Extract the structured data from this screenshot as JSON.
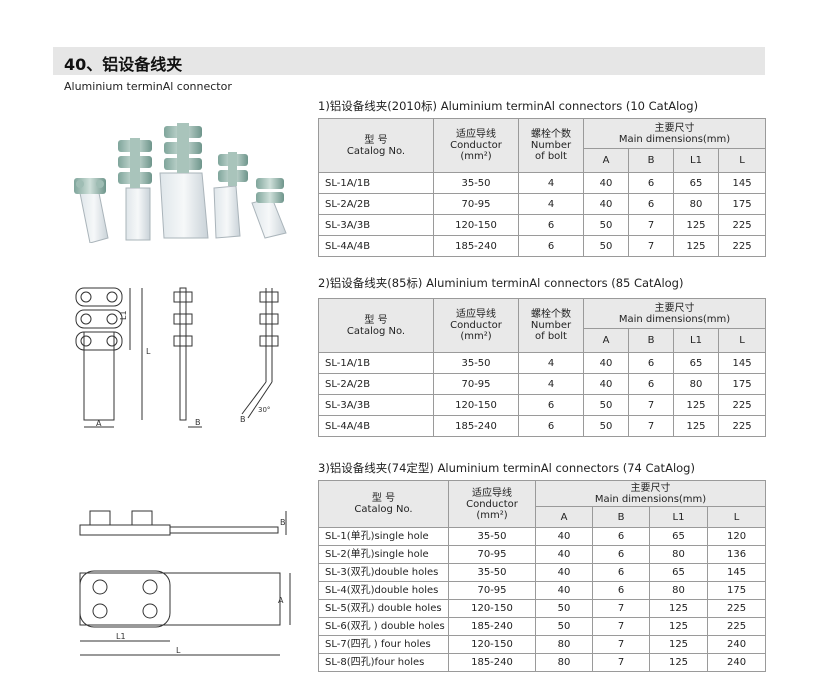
{
  "header": {
    "title": "40、铝设备线夹",
    "subtitle": "Aluminium  terminAl connector"
  },
  "columns": {
    "model": [
      "型 号",
      "Catalog No."
    ],
    "conductor": [
      "适应导线",
      "Conductor",
      "(mm²)"
    ],
    "bolts": [
      "螺栓个数",
      "Number",
      "of bolt"
    ],
    "main": [
      "主要尺寸",
      "Main dimensions(mm)"
    ],
    "dims": [
      "A",
      "B",
      "L1",
      "L"
    ]
  },
  "sections": [
    {
      "title": "1)铝设备线夹(2010标) Aluminium terminAl connectors (10 CatAlog)",
      "rows": [
        [
          "SL-1A/1B",
          "35-50",
          "4",
          "40",
          "6",
          "65",
          "145"
        ],
        [
          "SL-2A/2B",
          "70-95",
          "4",
          "40",
          "6",
          "80",
          "175"
        ],
        [
          "SL-3A/3B",
          "120-150",
          "6",
          "50",
          "7",
          "125",
          "225"
        ],
        [
          "SL-4A/4B",
          "185-240",
          "6",
          "50",
          "7",
          "125",
          "225"
        ]
      ]
    },
    {
      "title": "2)铝设备线夹(85标) Aluminium terminAl connectors (85 CatAlog)",
      "rows": [
        [
          "SL-1A/1B",
          "35-50",
          "4",
          "40",
          "6",
          "65",
          "145"
        ],
        [
          "SL-2A/2B",
          "70-95",
          "4",
          "40",
          "6",
          "80",
          "175"
        ],
        [
          "SL-3A/3B",
          "120-150",
          "6",
          "50",
          "7",
          "125",
          "225"
        ],
        [
          "SL-4A/4B",
          "185-240",
          "6",
          "50",
          "7",
          "125",
          "225"
        ]
      ]
    },
    {
      "title": "3)铝设备线夹(74定型) Aluminium terminAl connectors (74 CatAlog)",
      "rows": [
        [
          "SL-1(单孔)single hole",
          "35-50",
          "40",
          "6",
          "65",
          "120"
        ],
        [
          "SL-2(单孔)single hole",
          "70-95",
          "40",
          "6",
          "80",
          "136"
        ],
        [
          "SL-3(双孔)double holes",
          "35-50",
          "40",
          "6",
          "65",
          "145"
        ],
        [
          "SL-4(双孔)double holes",
          "70-95",
          "40",
          "6",
          "80",
          "175"
        ],
        [
          "SL-5(双孔) double holes",
          "120-150",
          "50",
          "7",
          "125",
          "225"
        ],
        [
          "SL-6(双孔 ) double holes",
          "185-240",
          "50",
          "7",
          "125",
          "225"
        ],
        [
          "SL-7(四孔 ) four holes",
          "120-150",
          "80",
          "7",
          "125",
          "240"
        ],
        [
          "SL-8(四孔)four holes",
          "185-240",
          "80",
          "7",
          "125",
          "240"
        ]
      ]
    }
  ],
  "drawing_labels": {
    "A": "A",
    "B": "B",
    "L": "L",
    "L1": "L1",
    "angle": "30°"
  }
}
